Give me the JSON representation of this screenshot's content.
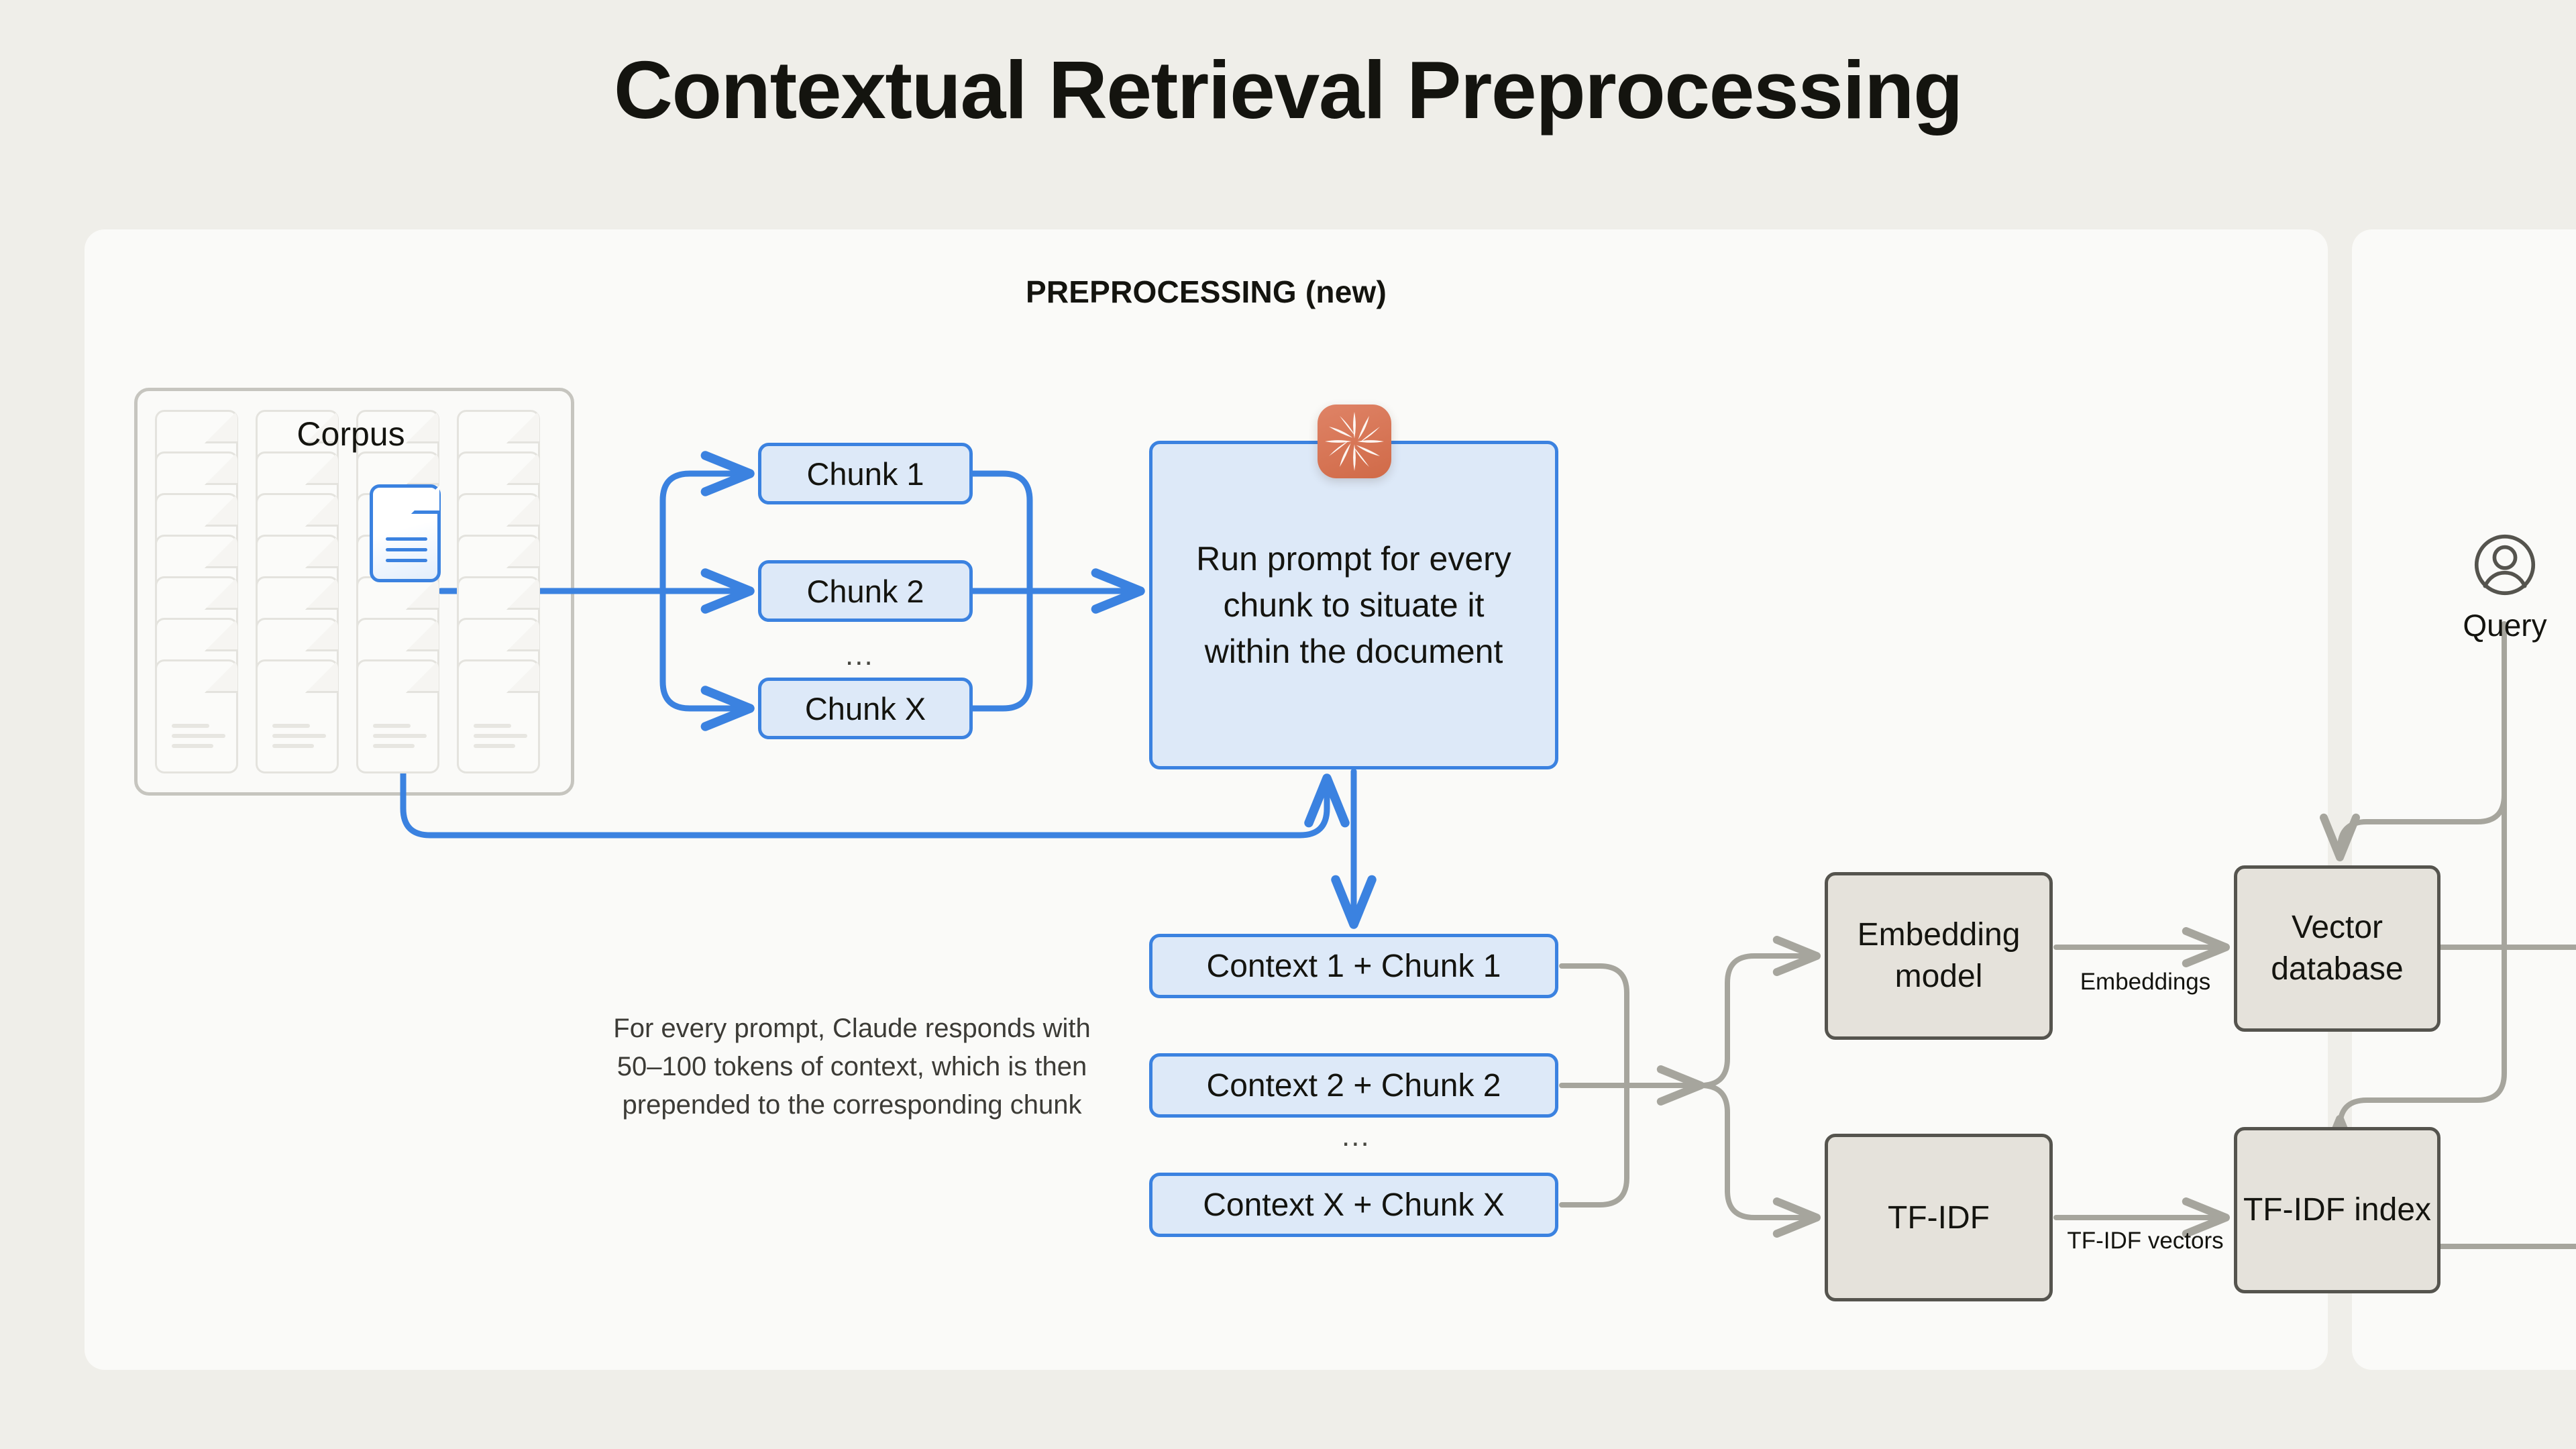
{
  "title": "Contextual Retrieval Preprocessing",
  "colors": {
    "background": "#efeee9",
    "panel": "#fafaf8",
    "blue_accent": "#3b82e0",
    "blue_fill": "#dde9f8",
    "beige_fill": "#e5e2db",
    "beige_border": "#55544e",
    "gray_wire": "#a6a59d",
    "claude_orange": "#d06a48"
  },
  "panel": {
    "section_heading": "PREPROCESSING (new)"
  },
  "corpus": {
    "label": "Corpus",
    "doc_columns": 4,
    "docs_per_column": 7,
    "highlighted_doc_icon": "document-icon"
  },
  "chunks": {
    "items": [
      {
        "label": "Chunk 1"
      },
      {
        "label": "Chunk 2"
      },
      {
        "label": "Chunk X"
      }
    ],
    "ellipsis": "..."
  },
  "prompt": {
    "text": "Run prompt for every chunk to situate it within the document",
    "icon": "claude-starburst-icon"
  },
  "contexts": {
    "items": [
      {
        "label": "Context 1 + Chunk 1"
      },
      {
        "label": "Context 2 + Chunk 2"
      },
      {
        "label": "Context X + Chunk X"
      }
    ],
    "ellipsis": "..."
  },
  "caption": "For every prompt, Claude responds with 50–100 tokens of context, which is then prepended to the corresponding chunk",
  "pipeline": {
    "embedding_model": "Embedding model",
    "tfidf": "TF-IDF",
    "vector_database": "Vector database",
    "tfidf_index": "TF-IDF index",
    "edge_labels": {
      "embeddings": "Embeddings",
      "tfidf_vectors": "TF-IDF vectors"
    }
  },
  "query": {
    "label": "Query",
    "icon": "user-circle-icon"
  }
}
